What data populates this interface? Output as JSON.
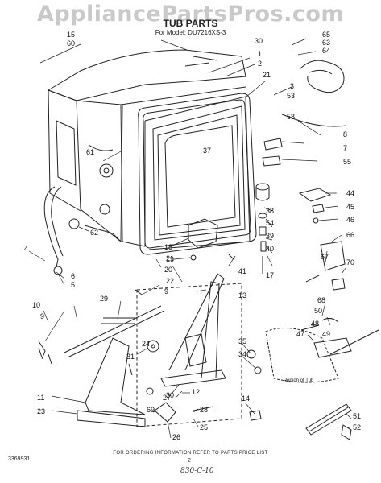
{
  "watermark": "AppliancePartsPros.com",
  "title": "TUB PARTS",
  "model": "For Model: DU7216XS-3",
  "footer_note": "FOR ORDERING INFORMATION REFER TO PARTS PRICE LIST",
  "doc_code": "3369931",
  "page_number": "2",
  "handwritten": "830-C-10",
  "portion_note": "Portion of Tub",
  "callouts": [
    "15",
    "60",
    "30",
    "1",
    "2",
    "21",
    "3",
    "53",
    "65",
    "63",
    "64",
    "8",
    "58",
    "7",
    "37",
    "55",
    "61",
    "44",
    "45",
    "46",
    "62",
    "4",
    "6",
    "5",
    "18",
    "19",
    "38",
    "54",
    "39",
    "40",
    "17",
    "66",
    "67",
    "70",
    "20",
    "22",
    "41",
    "21",
    "9",
    "10",
    "9",
    "29",
    "13",
    "68",
    "50",
    "47",
    "48",
    "49",
    "35",
    "34",
    "31",
    "24",
    "30",
    "27",
    "12",
    "11",
    "23",
    "69",
    "28",
    "25",
    "26",
    "14",
    "51",
    "52"
  ]
}
